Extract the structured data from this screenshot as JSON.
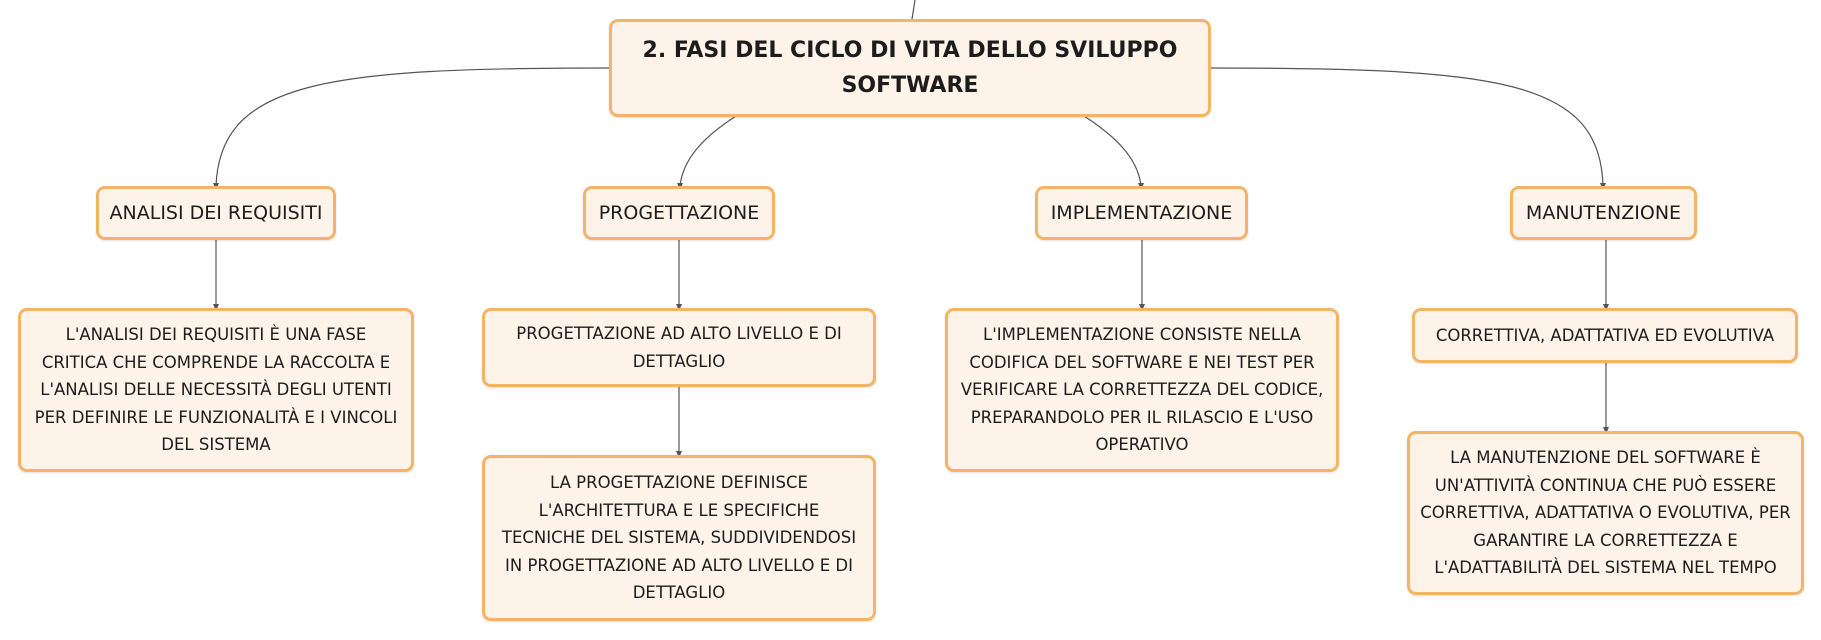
{
  "map": {
    "root": {
      "title": "2. FASI DEL CICLO DI VITA DELLO SVILUPPO SOFTWARE"
    },
    "phases": [
      {
        "label": "ANALISI DEI REQUISITI",
        "details": [
          "L'ANALISI DEI REQUISITI È UNA FASE CRITICA CHE COMPRENDE LA RACCOLTA E L'ANALISI DELLE NECESSITÀ DEGLI UTENTI PER DEFINIRE LE FUNZIONALITÀ E I VINCOLI DEL SISTEMA"
        ]
      },
      {
        "label": "PROGETTAZIONE",
        "details": [
          "PROGETTAZIONE AD ALTO LIVELLO E DI DETTAGLIO",
          "LA PROGETTAZIONE DEFINISCE L'ARCHITETTURA E LE SPECIFICHE TECNICHE DEL SISTEMA, SUDDIVIDENDOSI IN PROGETTAZIONE AD ALTO LIVELLO E DI DETTAGLIO"
        ]
      },
      {
        "label": "IMPLEMENTAZIONE",
        "details": [
          "L'IMPLEMENTAZIONE CONSISTE NELLA CODIFICA DEL SOFTWARE E NEI TEST PER VERIFICARE LA CORRETTEZZA DEL CODICE, PREPARANDOLO PER IL RILASCIO E L'USO OPERATIVO"
        ]
      },
      {
        "label": "MANUTENZIONE",
        "details": [
          "CORRETTIVA, ADATTATIVA ED EVOLUTIVA",
          "LA MANUTENZIONE DEL SOFTWARE È UN'ATTIVITÀ CONTINUA CHE PUÒ ESSERE CORRETTIVA, ADATTATIVA O EVOLUTIVA, PER GARANTIRE LA CORRETTEZZA E L'ADATTABILITÀ DEL SISTEMA NEL TEMPO"
        ]
      }
    ]
  },
  "colors": {
    "node_fill": "#fdf3e8",
    "node_border": "#f3b468",
    "connector": "#555555",
    "text": "#1c1c1c"
  }
}
